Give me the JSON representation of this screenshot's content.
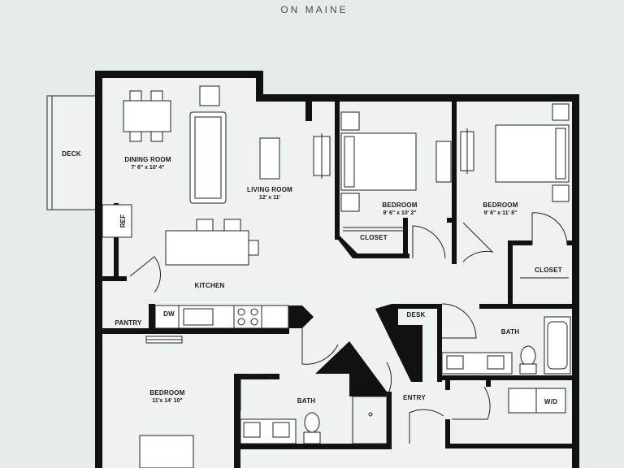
{
  "brand": "ON MAINE",
  "colors": {
    "background": "#e6ede9",
    "floor": "#eef3f0",
    "wall": "#111111"
  },
  "rooms": {
    "deck": {
      "label": "DECK"
    },
    "dining_room": {
      "label": "DINING ROOM",
      "size": "7' 6\" x 10' 4\""
    },
    "living_room": {
      "label": "LIVING ROOM",
      "size": "12' x 11'"
    },
    "bedroom_1": {
      "label": "BEDROOM",
      "size": "9' 6\" x 10' 2\""
    },
    "closet_1": {
      "label": "CLOSET"
    },
    "bedroom_2": {
      "label": "BEDROOM",
      "size": "9' 6\" x 11' 8\""
    },
    "closet_2": {
      "label": "CLOSET"
    },
    "kitchen": {
      "label": "KITCHEN"
    },
    "pantry": {
      "label": "PANTRY"
    },
    "dishwasher": {
      "label": "DW"
    },
    "refrigerator": {
      "label": "REF"
    },
    "desk": {
      "label": "DESK"
    },
    "bath_1": {
      "label": "BATH"
    },
    "bedroom_3": {
      "label": "BEDROOM",
      "size": "11'x 14' 10\""
    },
    "bath_2": {
      "label": "BATH"
    },
    "entry": {
      "label": "ENTRY"
    },
    "washer_dryer": {
      "label": "W/D"
    }
  }
}
